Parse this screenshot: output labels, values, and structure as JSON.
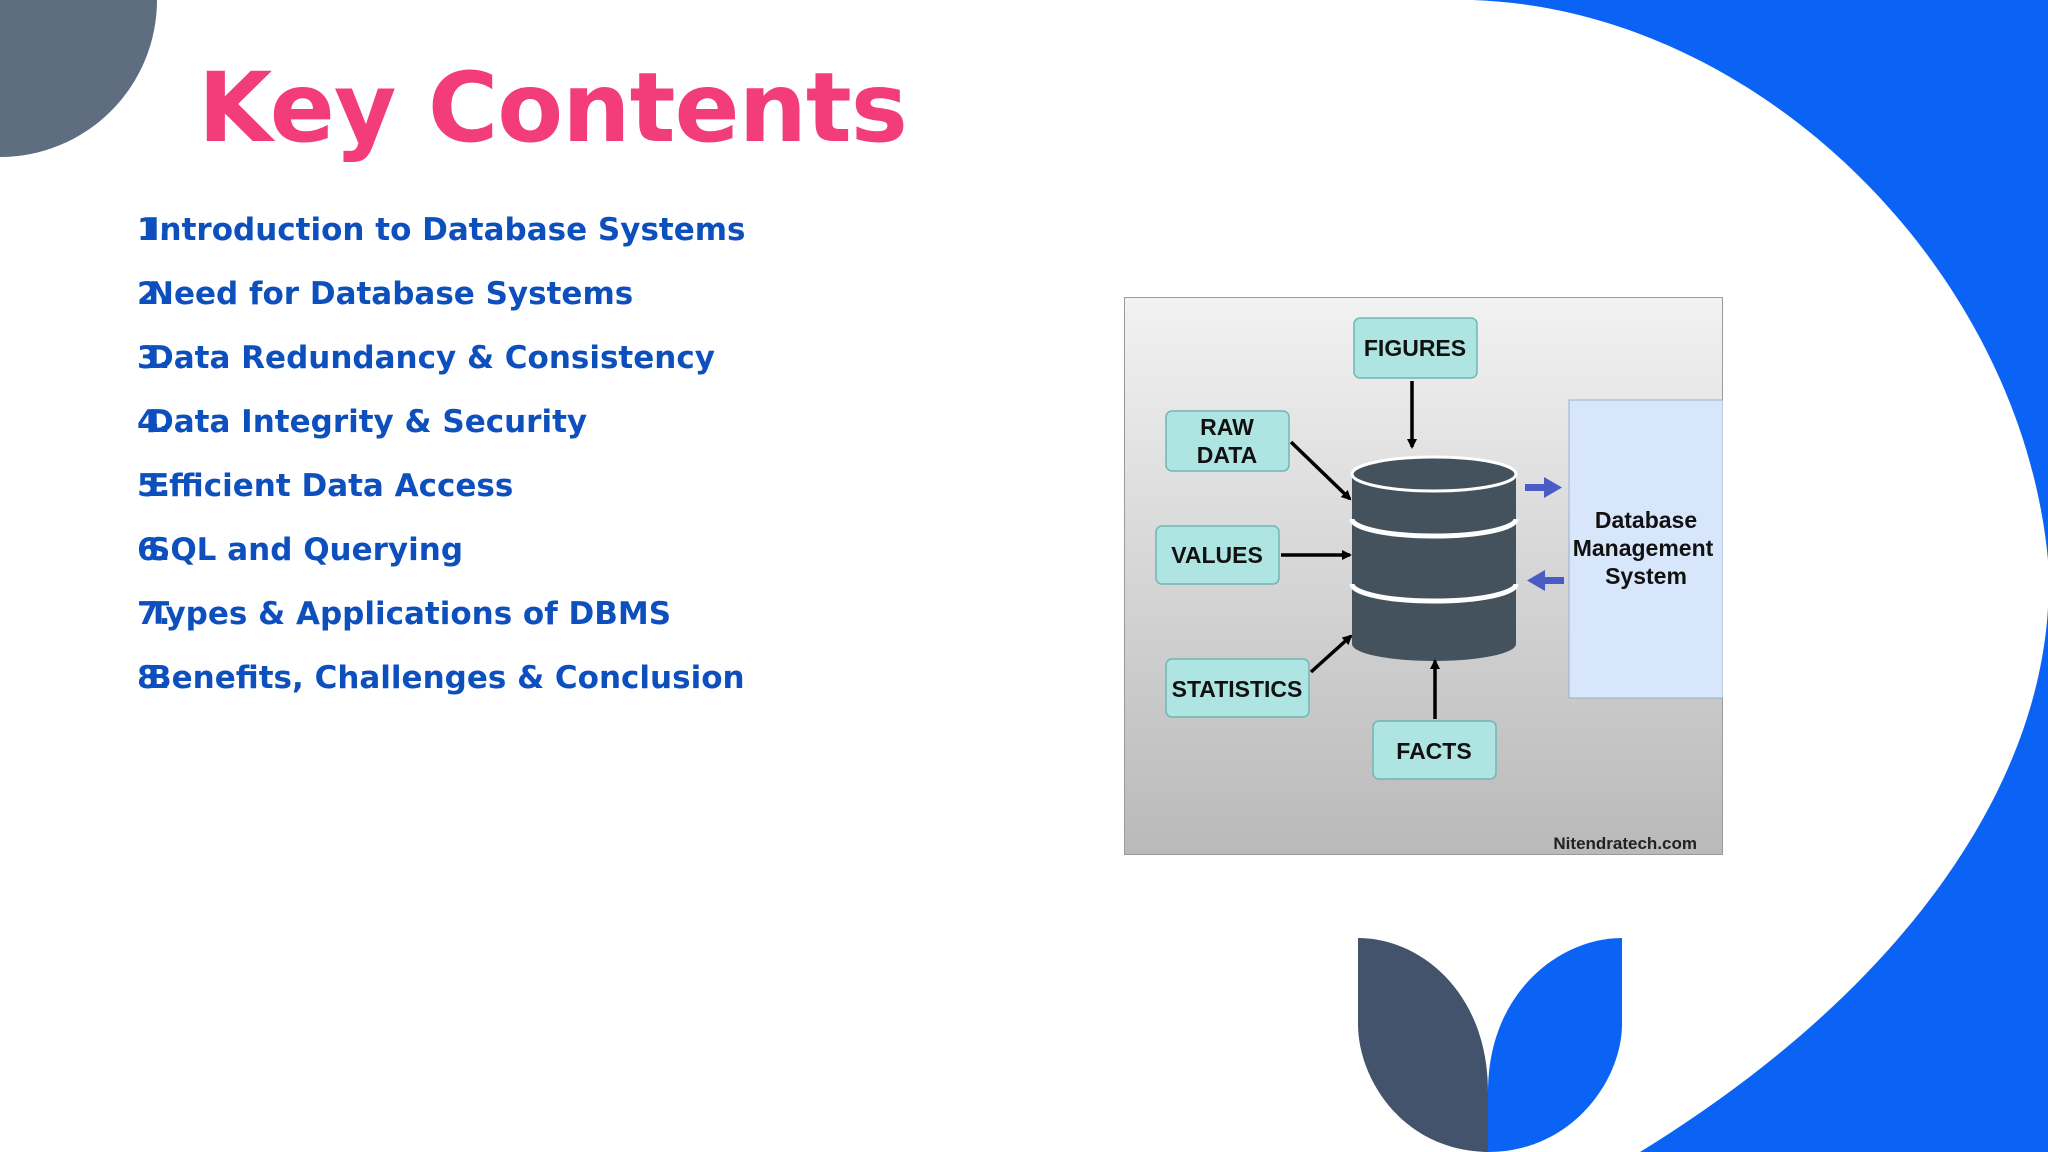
{
  "slide": {
    "title": "Key Contents",
    "items": [
      {
        "num": "1.",
        "text": "Introduction to Database Systems"
      },
      {
        "num": "2.",
        "text": "Need for Database Systems"
      },
      {
        "num": "3.",
        "text": "Data Redundancy & Consistency"
      },
      {
        "num": "4.",
        "text": "Data Integrity & Security"
      },
      {
        "num": "5.",
        "text": "Efficient Data Access"
      },
      {
        "num": "6.",
        "text": "SQL and Querying"
      },
      {
        "num": "7.",
        "text": "Types & Applications of DBMS"
      },
      {
        "num": "8.",
        "text": "Benefits, Challenges & Conclusion"
      }
    ]
  },
  "diagram": {
    "inputs": {
      "figures": "FIGURES",
      "raw_data_line1": "RAW",
      "raw_data_line2": "DATA",
      "values": "VALUES",
      "statistics": "STATISTICS",
      "facts": "FACTS"
    },
    "dbms_line1": "Database",
    "dbms_line2": "Management",
    "dbms_line3": "System",
    "credit": "Nitendratech.com"
  },
  "colors": {
    "title": "#f23d7a",
    "list_text": "#0d4fbd",
    "accent_blue": "#0b63f6",
    "slate": "#5f6d81",
    "dark_slate": "#43536b",
    "box_fill": "#aee5e3",
    "db_cylinder": "#44525d",
    "dbms_panel": "#d7e6fb"
  },
  "icons": [
    "database-icon",
    "arrow-right-icon",
    "arrow-left-icon"
  ]
}
